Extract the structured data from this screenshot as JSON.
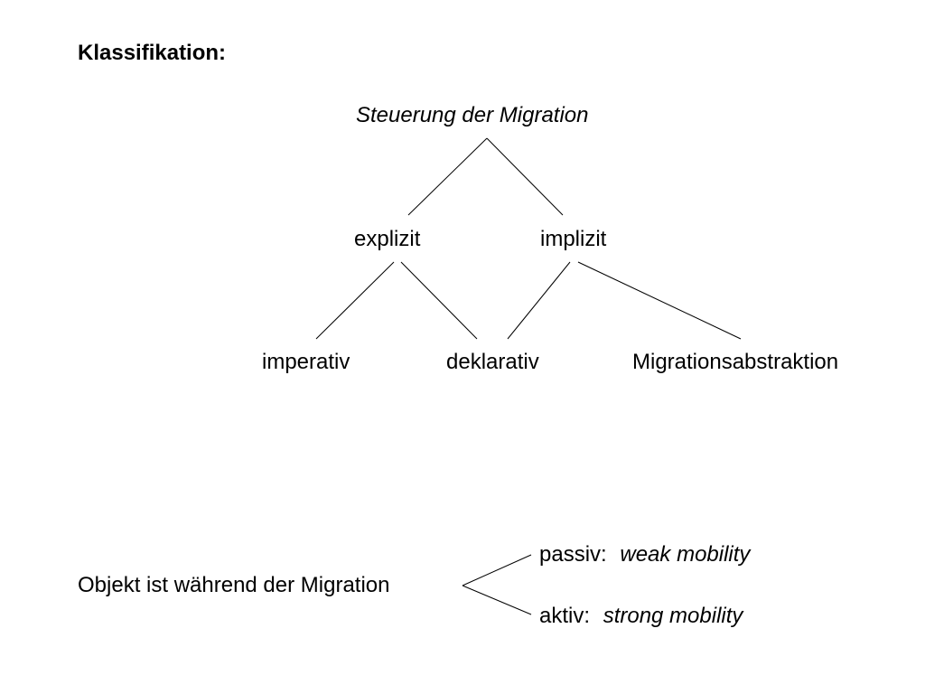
{
  "heading": "Klassifikation:",
  "tree": {
    "root": "Steuerung der Migration",
    "level1": [
      "explizit",
      "implizit"
    ],
    "level2": [
      "imperativ",
      "deklarativ",
      "Migrationsabstraktion"
    ]
  },
  "mobility": {
    "subject": "Objekt ist während der Migration",
    "options": [
      {
        "label": "passiv:",
        "term": "weak mobility"
      },
      {
        "label": "aktiv:",
        "term": "strong mobility"
      }
    ]
  },
  "colors": {
    "text": "#000000",
    "lines": "#000000",
    "background": "#ffffff"
  }
}
